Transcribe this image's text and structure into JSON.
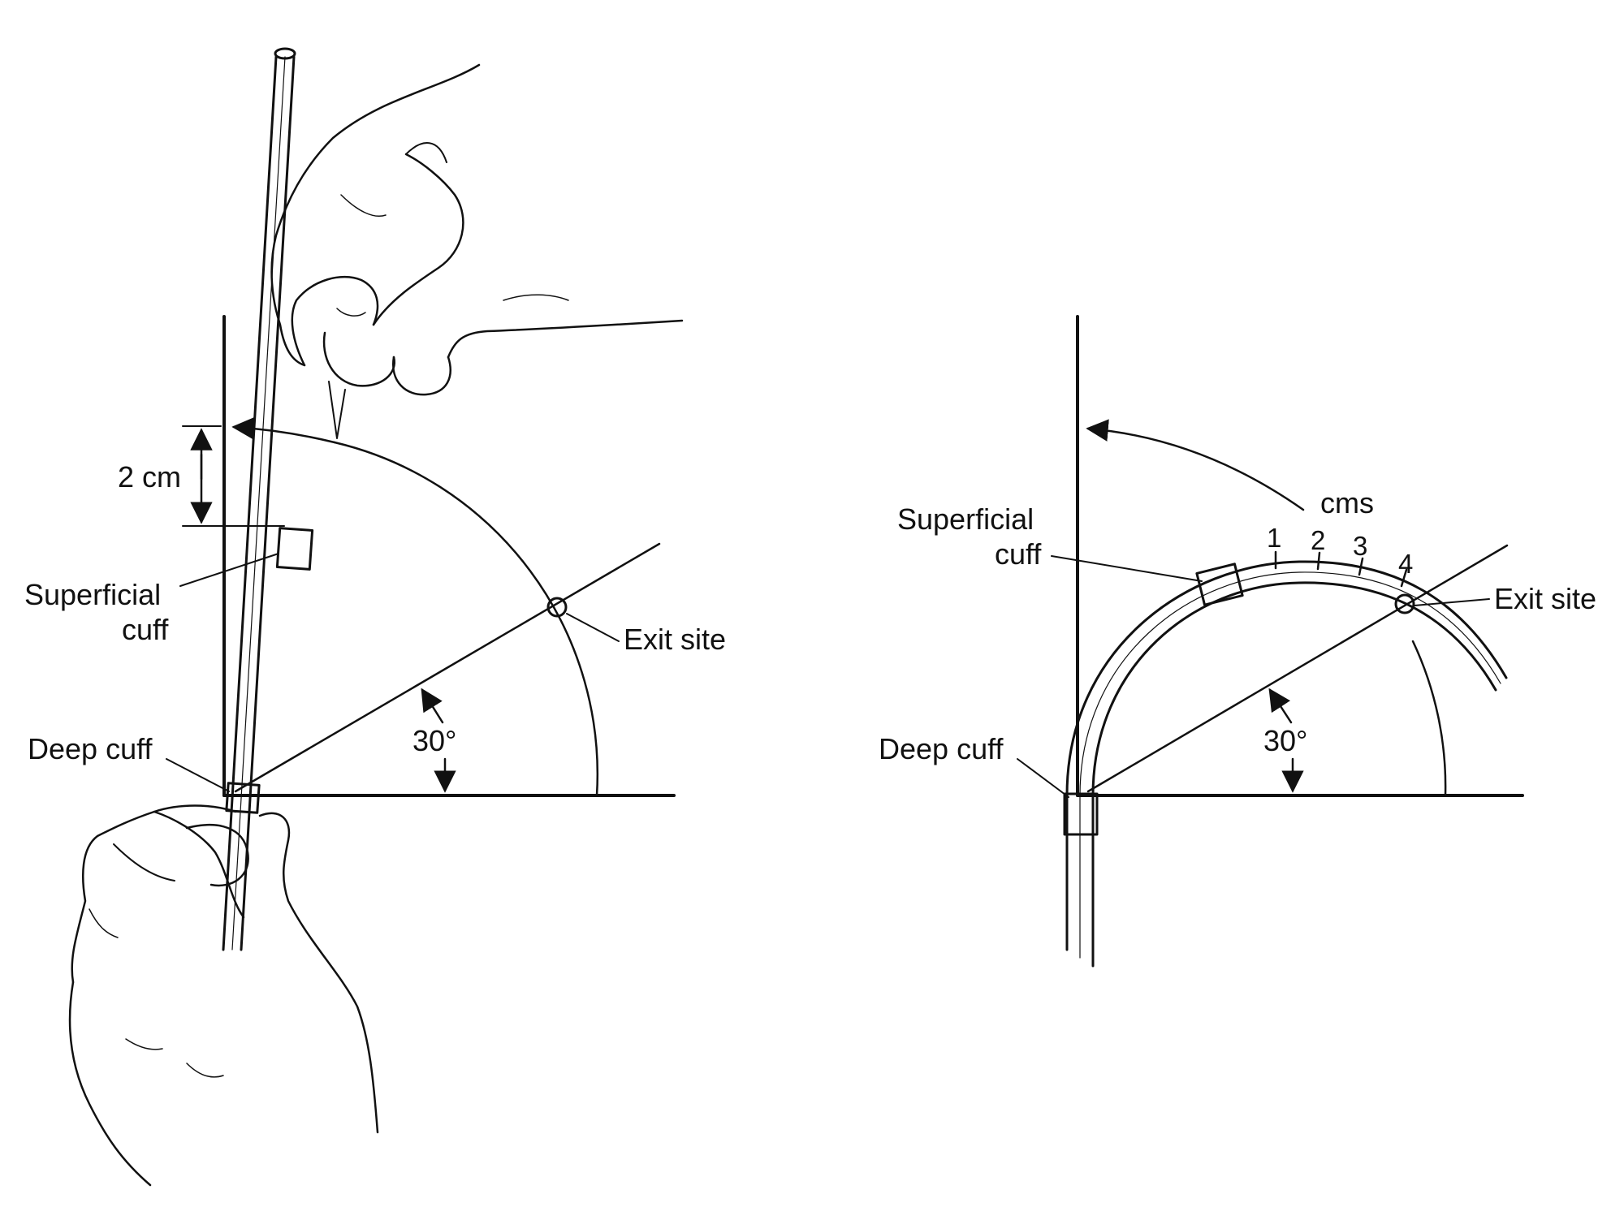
{
  "left_panel": {
    "measure_label": "2 cm",
    "superficial_cuff_label": [
      "Superficial",
      "cuff"
    ],
    "exit_site_label": "Exit site",
    "angle_label": "30°",
    "deep_cuff_label": "Deep cuff"
  },
  "right_panel": {
    "cms_label": "cms",
    "tick_labels": [
      "1",
      "2",
      "3",
      "4"
    ],
    "superficial_cuff_label": [
      "Superficial",
      "cuff"
    ],
    "exit_site_label": "Exit site",
    "angle_label": "30°",
    "deep_cuff_label": "Deep cuff"
  },
  "colors": {
    "ink": "#111111",
    "background": "#ffffff"
  }
}
